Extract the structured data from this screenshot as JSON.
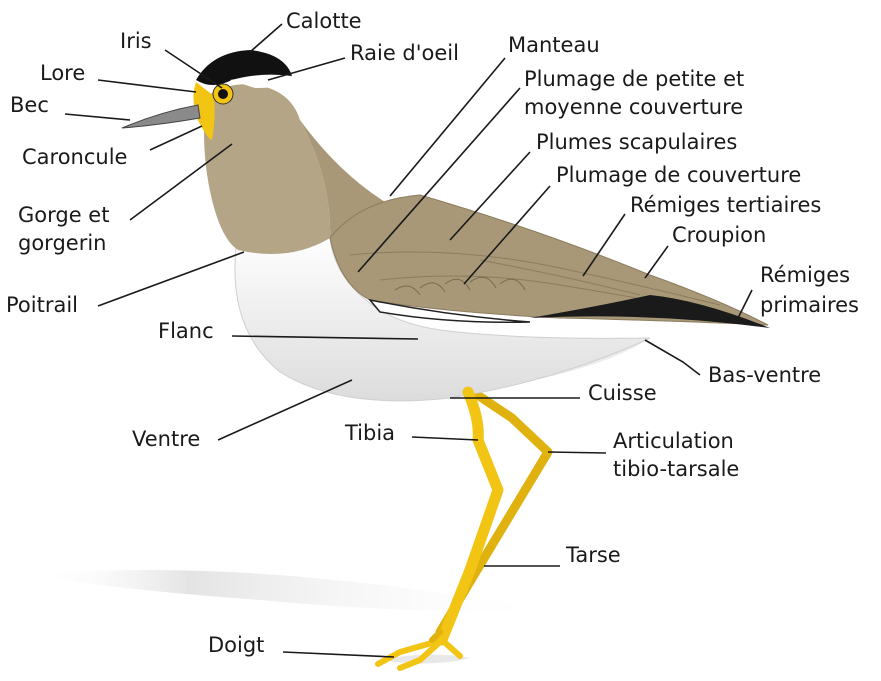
{
  "colors": {
    "body_tan": "#b5a587",
    "wing_tan": "#a89878",
    "white_body": "#f4f4f4",
    "leg_yellow": "#f2c414",
    "cap_black": "#111111",
    "primaries_black": "#1a1a1a",
    "shadow_gray": "#e6e6e6"
  },
  "labels": {
    "calotte": "Calotte",
    "iris": "Iris",
    "raie_oeil": "Raie d'oeil",
    "manteau": "Manteau",
    "lore": "Lore",
    "plumage_petite_1": "Plumage de petite et",
    "plumage_petite_2": "moyenne couverture",
    "bec": "Bec",
    "plumes_scapulaires": "Plumes scapulaires",
    "caroncule": "Caroncule",
    "plumage_couverture": "Plumage de couverture",
    "remiges_tertiaires": "Rémiges tertiaires",
    "gorge_1": "Gorge et",
    "gorge_2": "gorgerin",
    "croupion": "Croupion",
    "remiges_primaires_1": "Rémiges",
    "remiges_primaires_2": "primaires",
    "poitrail": "Poitrail",
    "flanc": "Flanc",
    "bas_ventre": "Bas-ventre",
    "cuisse": "Cuisse",
    "ventre": "Ventre",
    "tibia": "Tibia",
    "articulation_1": "Articulation",
    "articulation_2": "tibio-tarsale",
    "tarse": "Tarse",
    "doigt": "Doigt"
  }
}
